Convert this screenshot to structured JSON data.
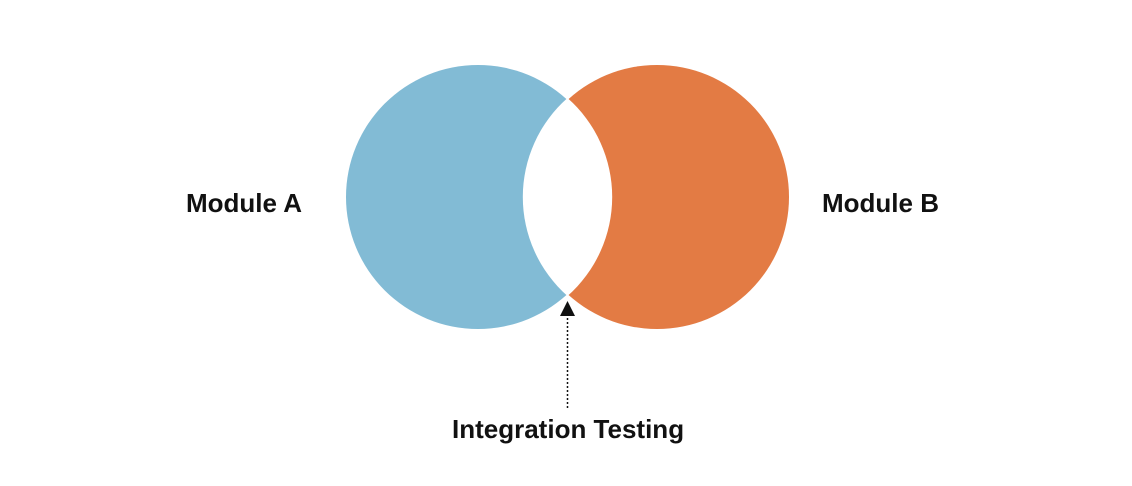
{
  "diagram": {
    "module_a": {
      "label": "Module A",
      "color": "#82bbd5"
    },
    "module_b": {
      "label": "Module B",
      "color": "#e37b44"
    },
    "overlap": {
      "label": "Integration Testing",
      "color": "#ffffff"
    },
    "arrow_color": "#111111",
    "text_color": "#111111",
    "background": "#ffffff"
  }
}
